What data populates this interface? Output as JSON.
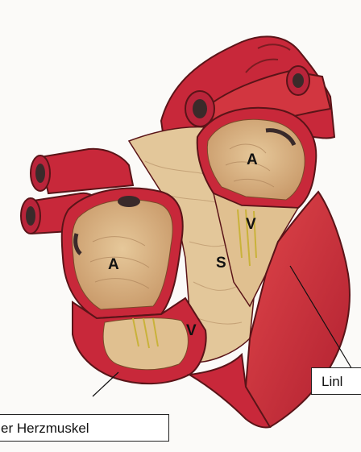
{
  "diagram": {
    "chamber_labels": {
      "atrium_right": "A",
      "ventricle_right": "V",
      "atrium_left": "A",
      "ventricle_left": "V",
      "septum": "S"
    },
    "callouts": {
      "left_box": "er Herzmuskel",
      "right_box": "Linl"
    },
    "colors": {
      "wall_red": "#c8283a",
      "wall_outline": "#5a1418",
      "chamber_fill": "#d9b889",
      "septum_fill": "#e3c79a",
      "muscle_red": "#d8393f",
      "valve_yellow": "#c9b23a"
    }
  }
}
